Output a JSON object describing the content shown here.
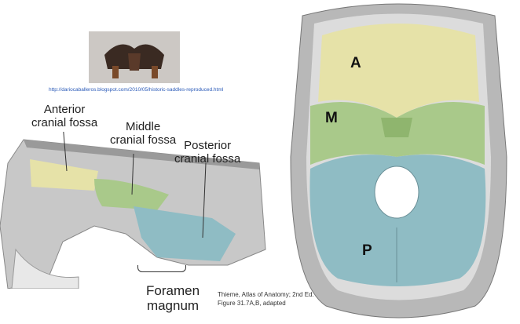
{
  "photo": {
    "source_url": "http://dariocaballeros.blogspot.com/2010/05/historic-saddles-reproduced.html"
  },
  "sagittal_labels": {
    "anterior": [
      "Anterior",
      "cranial fossa"
    ],
    "middle": [
      "Middle",
      "cranial fossa"
    ],
    "posterior": [
      "Posterior",
      "cranial fossa"
    ],
    "foramen": [
      "Foramen",
      "magnum"
    ]
  },
  "skull_base_labels": {
    "anterior": "A",
    "middle": "M",
    "posterior": "P"
  },
  "credit": {
    "line1": "Thieme, Atlas of Anatomy; 2nd Ed.",
    "line2": "Figure 31.7A,B, adapted"
  },
  "colors": {
    "anterior": "#e6e2a8",
    "middle": "#a9c98a",
    "posterior": "#8fbcc4"
  }
}
